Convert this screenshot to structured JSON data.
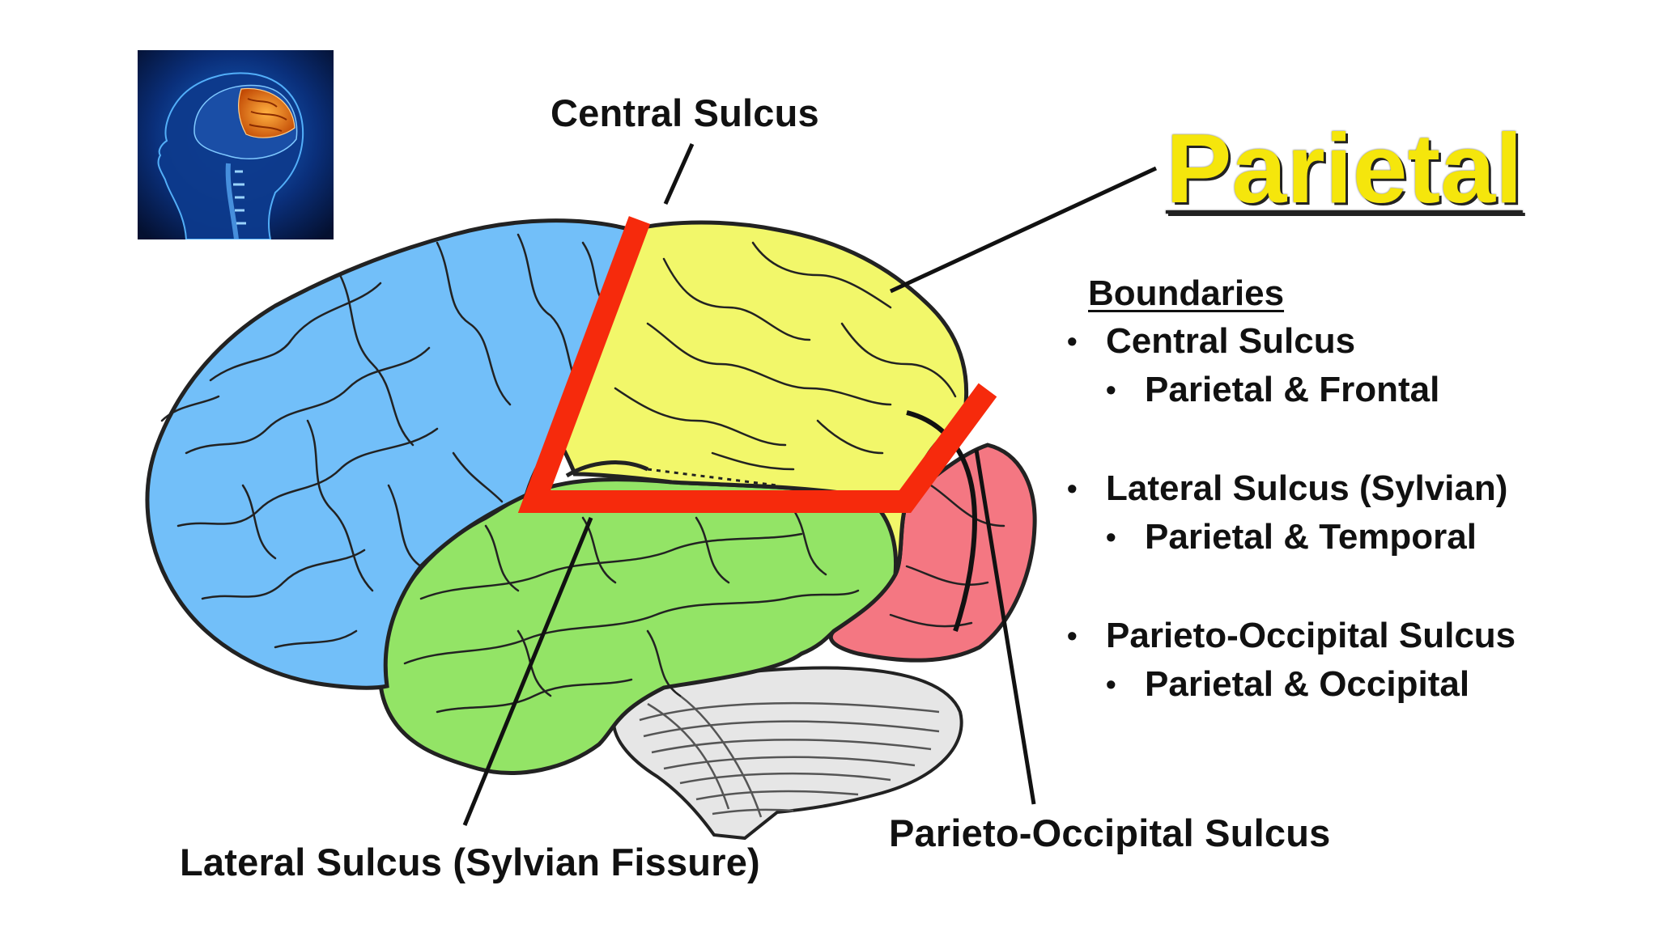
{
  "title": "Parietal",
  "labels": {
    "central_sulcus": "Central Sulcus",
    "lateral_sulcus": "Lateral Sulcus (Sylvian Fissure)",
    "parieto_occipital_sulcus": "Parieto-Occipital Sulcus"
  },
  "boundaries": {
    "heading": "Boundaries",
    "items": [
      {
        "name": "Central Sulcus",
        "sub": "Parietal & Frontal"
      },
      {
        "name": "Lateral Sulcus (Sylvian)",
        "sub": "Parietal & Temporal"
      },
      {
        "name": "Parieto-Occipital Sulcus",
        "sub": "Parietal & Occipital"
      }
    ]
  },
  "colors": {
    "frontal": "#72bff9",
    "parietal": "#f2f76a",
    "temporal": "#93e466",
    "occipital": "#f47782",
    "cerebellum": "#e6e6e6",
    "boundary_highlight": "#f62a0c",
    "title": "#f5e60c"
  },
  "thumbnail_icon": "head-brain-thumbnail-icon"
}
